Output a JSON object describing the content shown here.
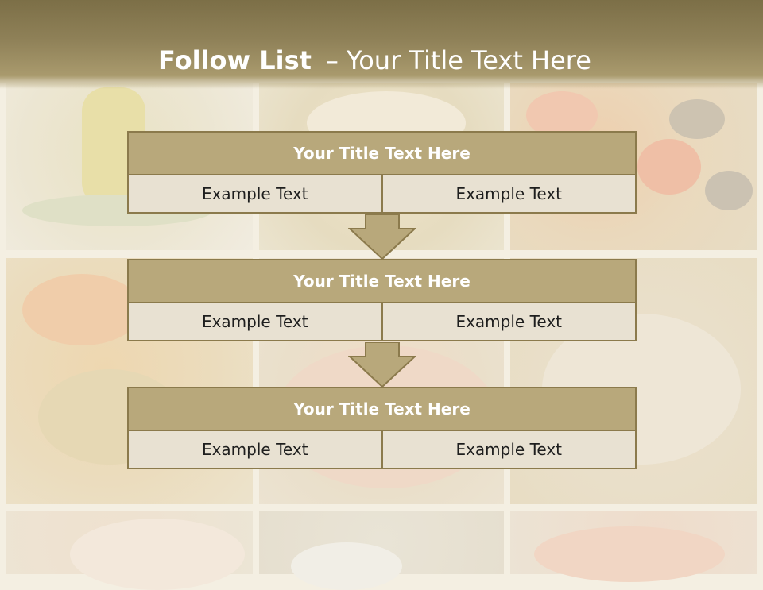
{
  "header": {
    "title_bold": "Follow List",
    "separator": "–",
    "title_rest": "Your Title Text Here"
  },
  "blocks": [
    {
      "title": "Your Title Text Here",
      "left_text": "Example Text",
      "right_text": "Example Text"
    },
    {
      "title": "Your Title Text Here",
      "left_text": "Example Text",
      "right_text": "Example Text"
    },
    {
      "title": "Your Title Text Here",
      "left_text": "Example Text",
      "right_text": "Example Text"
    }
  ],
  "background": {
    "photo_tiles": [
      "olive-oil-bottle-photo",
      "pizza-dough-photo",
      "tomato-olive-focaccia-photo",
      "roasted-vegetable-pizza-photo",
      "margherita-pizza-plate-photo",
      "dough-ball-photo",
      "pizza-sign-photo",
      "mozzarella-photo",
      "pizza-slice-photo"
    ]
  },
  "colors": {
    "header": "#8f8158",
    "block_title": "#b8a87b",
    "block_border": "#8b7a4c",
    "cell": "#e8e1d2"
  }
}
